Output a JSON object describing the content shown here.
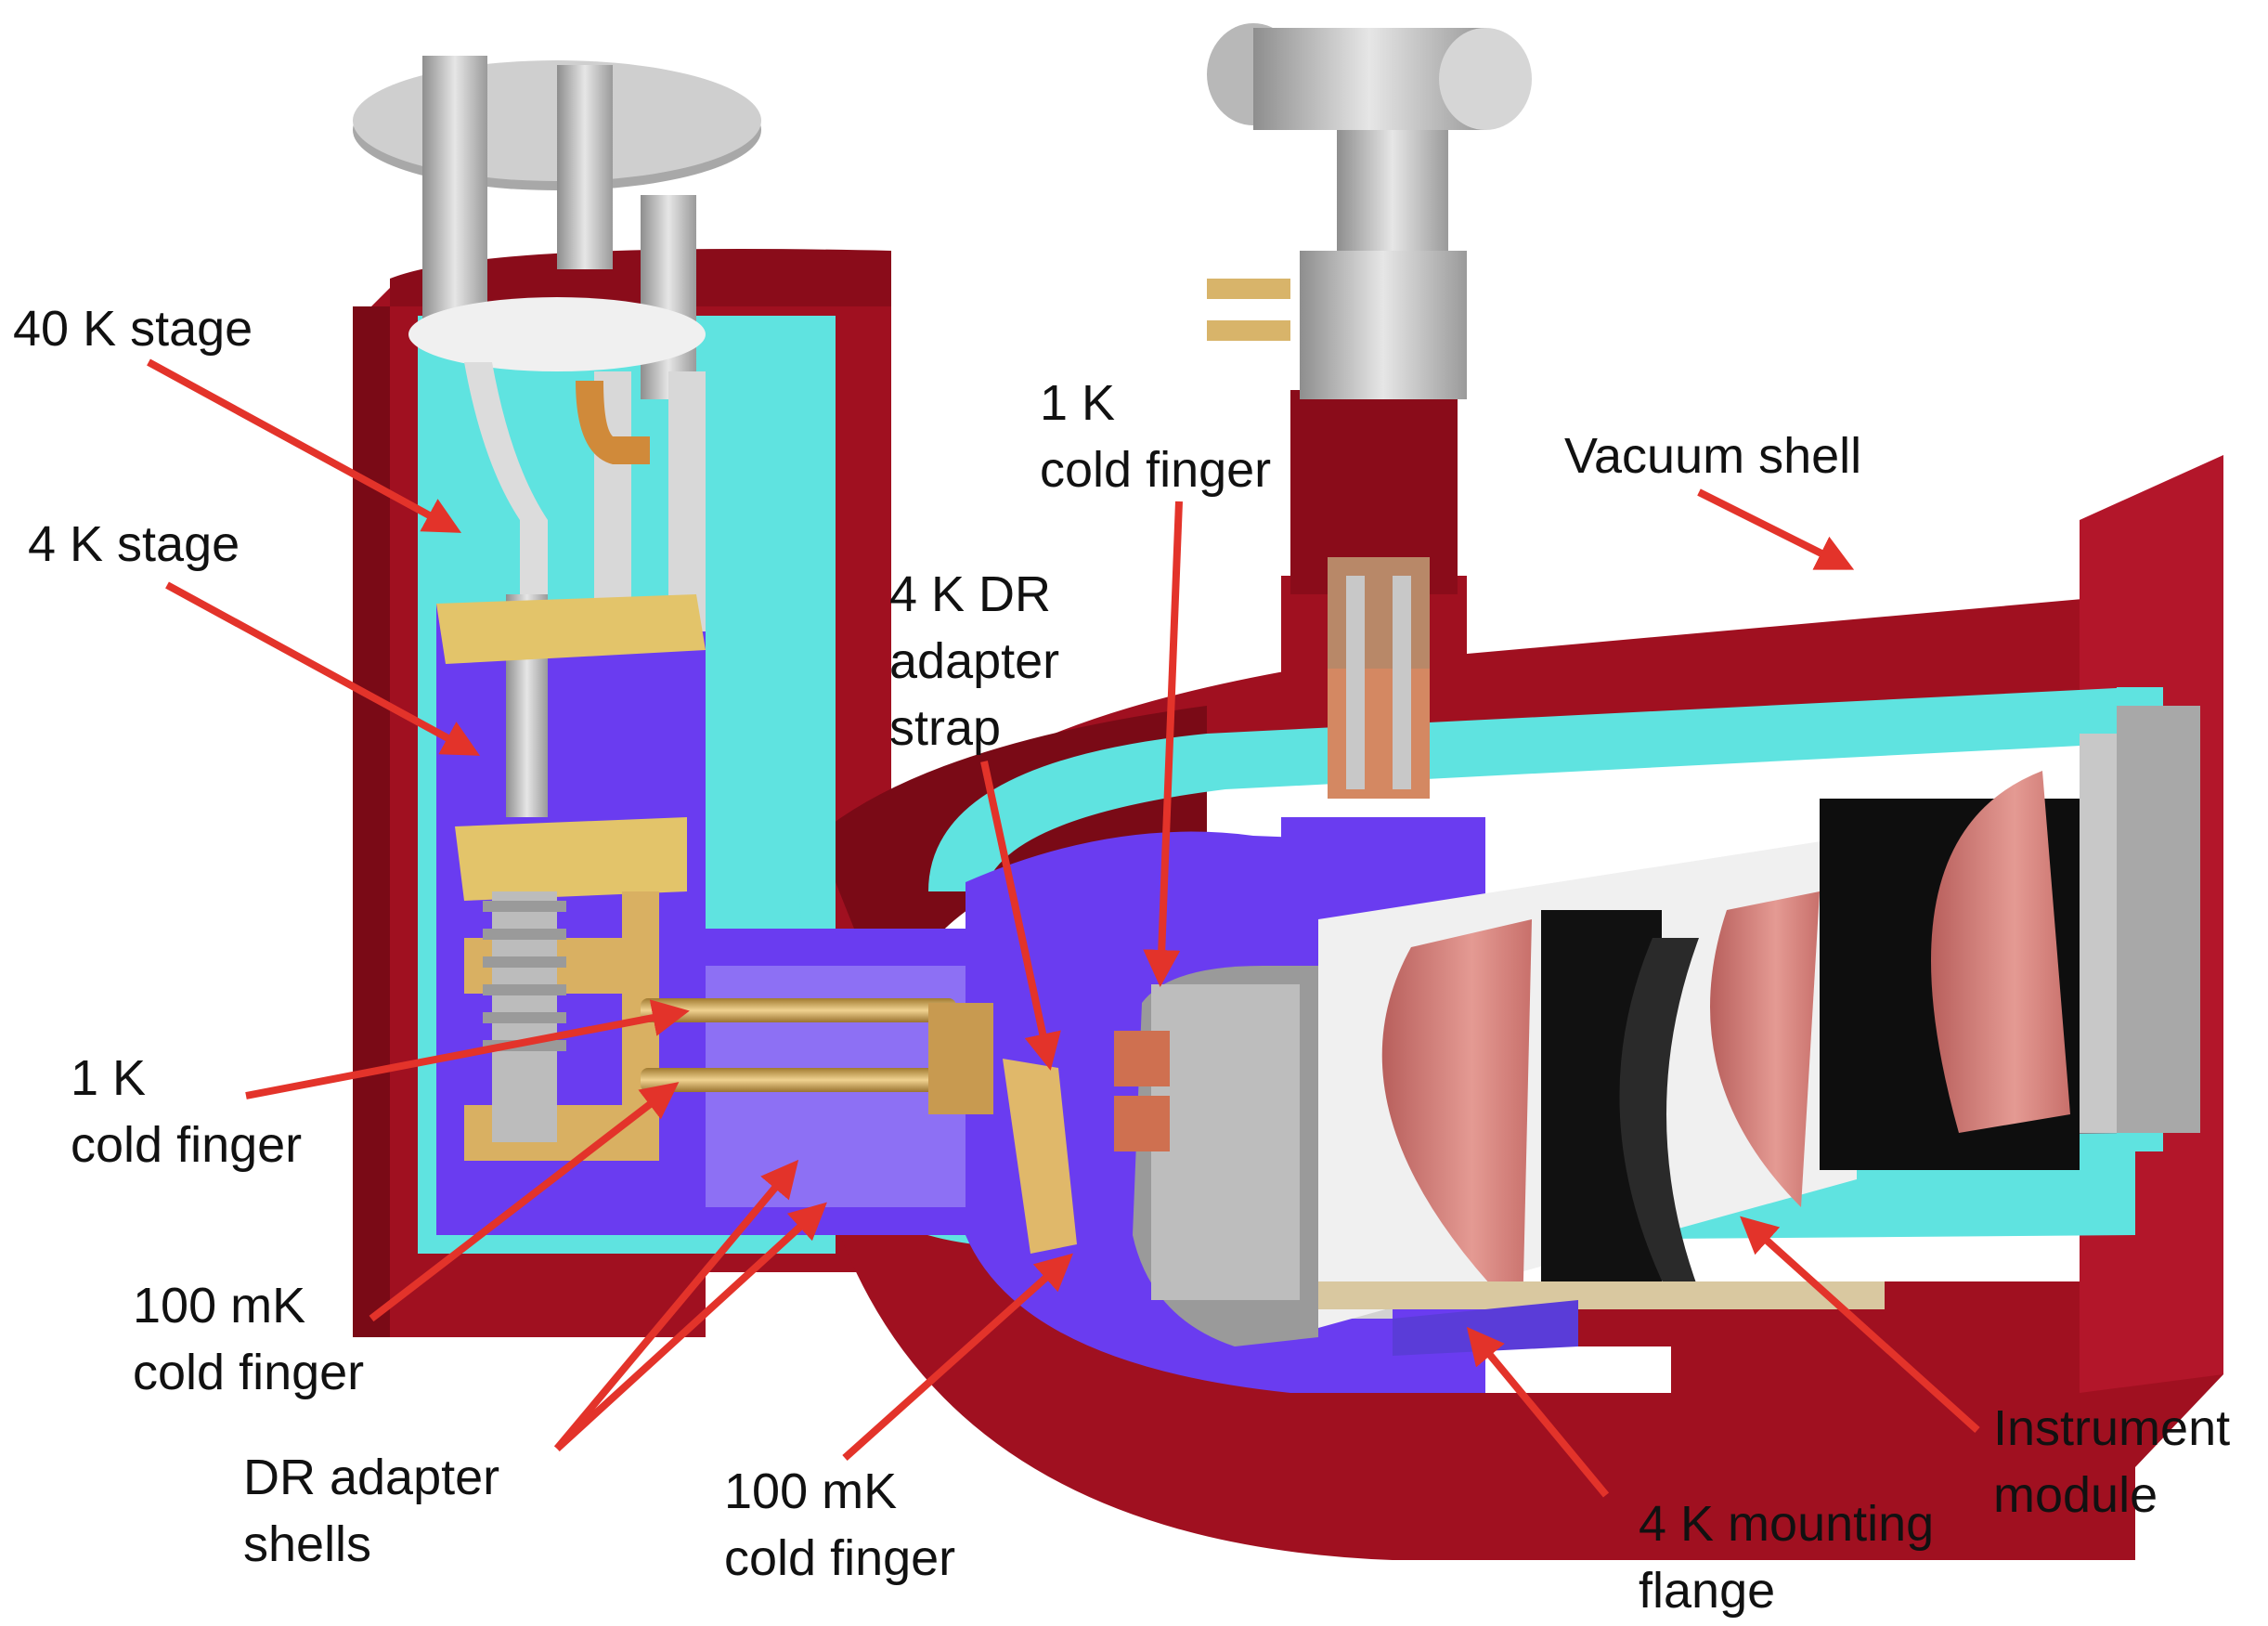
{
  "labels": {
    "stage_40k": "40 K stage",
    "stage_4k": "4 K stage",
    "cold_finger_1k_left": [
      "1 K",
      "cold finger"
    ],
    "cold_finger_1k_top": [
      "1 K",
      "cold finger"
    ],
    "dr_adapter_strap": [
      "4 K DR",
      "adapter",
      "strap"
    ],
    "vacuum_shell": "Vacuum shell",
    "cold_finger_100mk_left": [
      "100 mK",
      "cold finger"
    ],
    "dr_adapter_shells": [
      "DR adapter",
      "shells"
    ],
    "cold_finger_100mk_bottom": [
      "100 mK",
      "cold finger"
    ],
    "mounting_flange_4k": [
      "4 K mounting",
      "flange"
    ],
    "instrument_module": [
      "Instrument",
      "module"
    ]
  },
  "colors": {
    "vacuum_shell": "#a01020",
    "vacuum_shell_dark": "#7a0a16",
    "shield_40k": "#5fe3e0",
    "stage_4k": "#6a3cf0",
    "stage_4k_light": "#9d86f5",
    "gold": "#d9b062",
    "copper": "#c87850",
    "lens": "#d9837e",
    "arrow": "#e3332a",
    "metal": "#c8c8c8"
  }
}
